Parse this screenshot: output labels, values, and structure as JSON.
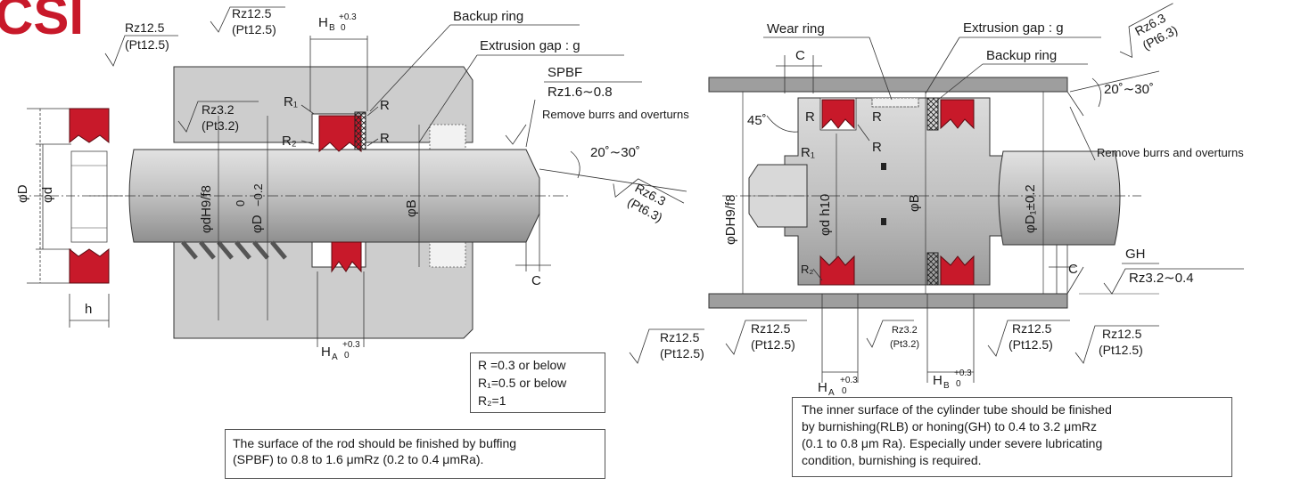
{
  "logo_fragment": "CSI",
  "rod_side": {
    "labels": {
      "backup_ring": "Backup ring",
      "extrusion_gap": "Extrusion gap : g",
      "spbf": "SPBF",
      "spbf_rz": "Rz1.6∼0.8",
      "remove_burrs": "Remove burrs and overturns",
      "angle": "20˚∼30˚",
      "c": "C",
      "r": "R",
      "r1": "R₁",
      "r2": "R₂",
      "h": "h",
      "phi_D": "φD",
      "phi_d": "φd",
      "phi_d_fit": "φdH9/f8",
      "phi_D_tol": "φD",
      "phi_D_tol_sup": "0",
      "phi_D_tol_sub": "−0.2",
      "phi_B": "φB",
      "hb": "H",
      "hb_sub": "B",
      "hb_tol": "+0.3",
      "hb_tol0": "0",
      "ha": "H",
      "ha_sub": "A",
      "ha_tol": "+0.3",
      "ha_tol0": "0"
    },
    "roughness": [
      {
        "rz": "Rz12.5",
        "pt": "(Pt12.5)"
      },
      {
        "rz": "Rz12.5",
        "pt": "(Pt12.5)"
      },
      {
        "rz": "Rz3.2",
        "pt": "(Pt3.2)"
      },
      {
        "rz": "Rz6.3",
        "pt": "(Pt6.3)"
      }
    ],
    "radii_box": [
      "R =0.3 or below",
      "R₁=0.5 or below",
      "R₂=1"
    ],
    "rod_note": [
      "The surface of the rod should be finished by buffing",
      "(SPBF) to 0.8 to 1.6 μmRz (0.2 to 0.4 μmRa)."
    ]
  },
  "piston_side": {
    "labels": {
      "wear_ring": "Wear ring",
      "extrusion_gap": "Extrusion gap : g",
      "backup_ring": "Backup ring",
      "c": "C",
      "angle45": "45˚",
      "angle": "20˚∼30˚",
      "remove_burrs": "Remove burrs and overturns",
      "r": "R",
      "r1": "R₁",
      "r2": "R₂",
      "phi_D_fit": "φDH9/f8",
      "phi_d_h10": "φd h10",
      "phi_B": "φB",
      "phi_D1": "φD₁±0.2",
      "gh": "GH",
      "gh_rz": "Rz3.2∼0.4",
      "ha": "H",
      "ha_sub": "A",
      "ha_tol": "+0.3",
      "ha_tol0": "0",
      "hb": "H",
      "hb_sub": "B",
      "hb_tol": "+0.3",
      "hb_tol0": "0"
    },
    "roughness": [
      {
        "rz": "Rz6.3",
        "pt": "(Pt6.3)"
      },
      {
        "rz": "Rz12.5",
        "pt": "(Pt12.5)"
      },
      {
        "rz": "Rz12.5",
        "pt": "(Pt12.5)"
      },
      {
        "rz": "Rz3.2",
        "pt": "(Pt3.2)"
      },
      {
        "rz": "Rz12.5",
        "pt": "(Pt12.5)"
      },
      {
        "rz": "Rz12.5",
        "pt": "(Pt12.5)"
      }
    ],
    "tube_note": [
      "The inner surface of the cylinder tube should be finished",
      "by burnishing(RLB) or honing(GH) to 0.4 to 3.2 μmRz",
      "(0.1 to 0.8 μm Ra). Especially under severe lubricating",
      "condition, burnishing is required."
    ]
  },
  "colors": {
    "seal_red": "#c8192a",
    "body_grey": "#c9c9c9",
    "rod_grey": "#b9b9b9",
    "tube_grey": "#9e9e9e",
    "ink": "#1a1a1a"
  }
}
